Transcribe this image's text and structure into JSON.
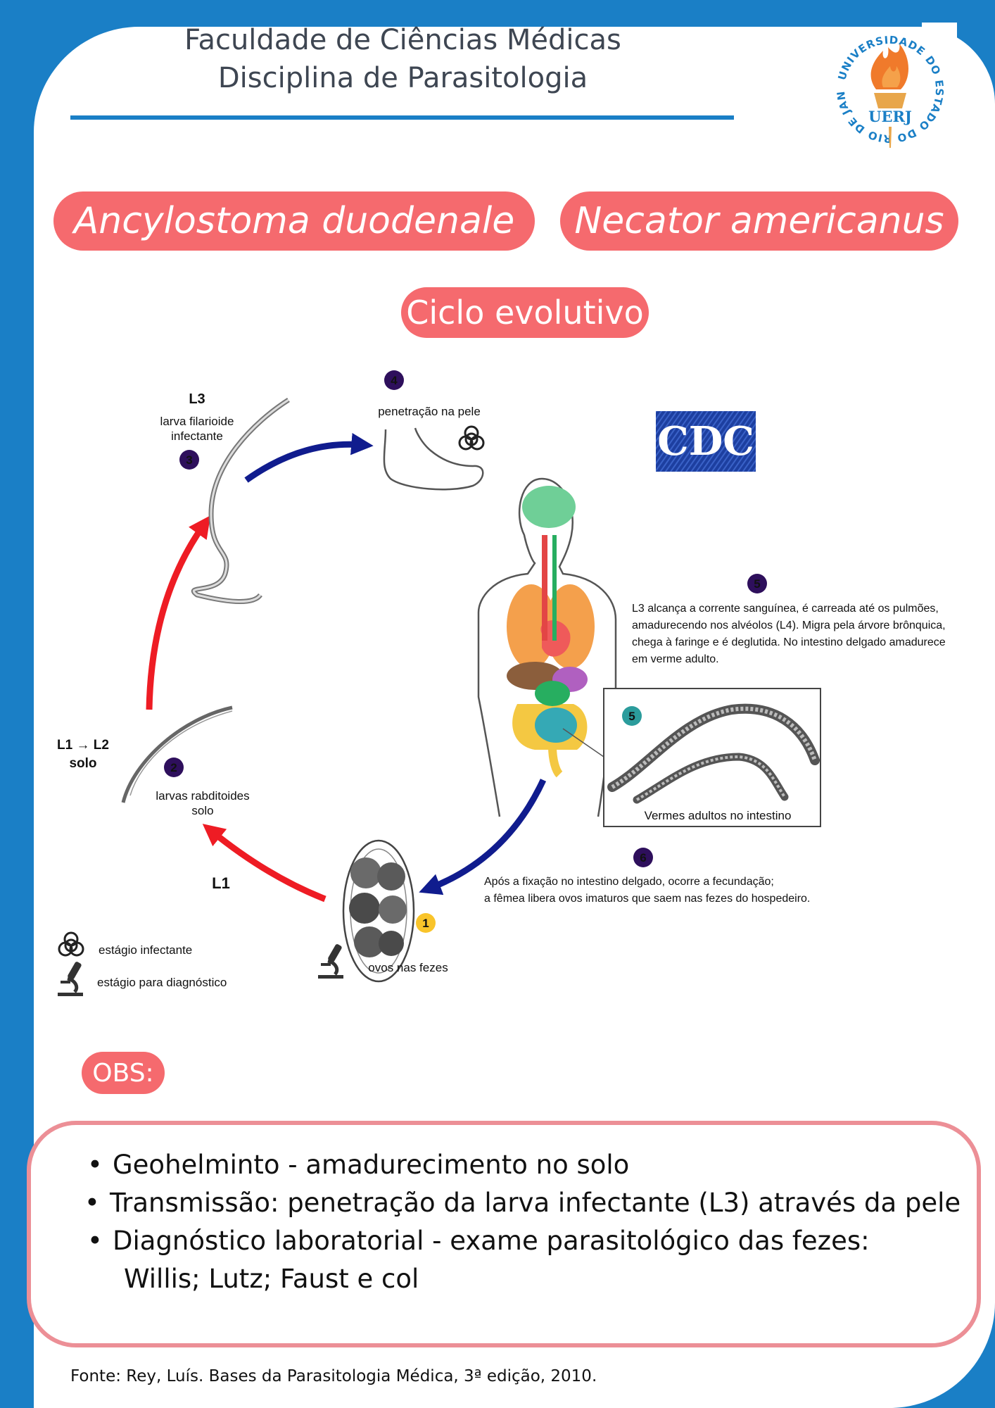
{
  "header": {
    "line1": "Faculdade de Ciências Médicas",
    "line2": "Disciplina de Parasitologia"
  },
  "logo": {
    "ring_text": "UNIVERSIDADE DO ESTADO DO RIO DE JANEIRO",
    "acronym": "UERJ"
  },
  "species": [
    "Ancylostoma duodenale",
    "Necator americanus"
  ],
  "cycle_title": "Ciclo evolutivo",
  "cdc_logo": "CDC",
  "diagram": {
    "stage3": {
      "number": "3",
      "title": "L3",
      "line1": "larva filarioide",
      "line2": "infectante"
    },
    "stage4": {
      "number": "4",
      "text": "penetração na  pele"
    },
    "stage5a": {
      "number": "5",
      "lines": [
        "L3 alcança a corrente sanguínea, é carreada até os pulmões,",
        "amadurecendo nos alvéolos (L4). Migra pela árvore brônquica,",
        "chega à faringe e é deglutida. No intestino delgado amadurece",
        "em verme adulto."
      ]
    },
    "stage5b": {
      "number": "5",
      "caption": "Vermes adultos no intestino"
    },
    "stage6": {
      "number": "6",
      "lines": [
        "Após a fixação no intestino delgado, ocorre a fecundação;",
        "a fêmea libera ovos imaturos que saem nas fezes do hospedeiro."
      ]
    },
    "stage1": {
      "number": "1",
      "text": "ovos nas fezes"
    },
    "stage2": {
      "number": "2",
      "label1": "L1 → L2",
      "label2": "solo",
      "line1": "larvas rabditoides",
      "line2": "solo"
    },
    "l1_label": "L1",
    "legend": {
      "infective": "estágio infectante",
      "diagnostic": "estágio para diagnóstico"
    },
    "colors": {
      "red_arrow": "#ee1c24",
      "blue_arrow": "#101c8e",
      "step_circle": "#2e0f5c",
      "egg_circle": "#f9c42a",
      "adult_circle": "#2b9c9c"
    }
  },
  "obs_label": "OBS:",
  "obs_items": [
    "Geohelminto - amadurecimento no solo",
    "Transmissão: penetração da larva infectante (L3) através da pele",
    "Diagnóstico laboratorial - exame parasitológico das fezes:",
    "Willis; Lutz; Faust e col"
  ],
  "source": "Fonte: Rey, Luís. Bases da Parasitologia Médica, 3ª edição, 2010.",
  "theme": {
    "background": "#1a7fc6",
    "pill": "#f56a6e",
    "box_border": "#ec8f96"
  }
}
